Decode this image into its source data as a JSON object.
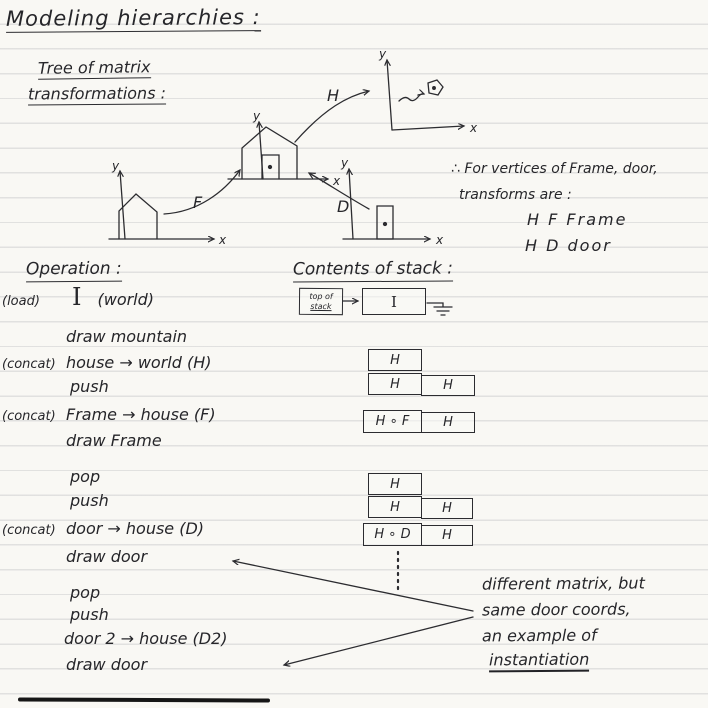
{
  "page": {
    "title": "Modeling hierarchies :",
    "subtitle1": "Tree of matrix",
    "subtitle2": "transformations :"
  },
  "diagram": {
    "labels": {
      "h": "H",
      "f": "F",
      "d": "D"
    },
    "axes": {
      "x": "x",
      "y": "y"
    },
    "note": {
      "line1": "∴ For vertices of Frame, door,",
      "line2": "transforms are :",
      "line3": "H F Frame",
      "line4": "H D door"
    }
  },
  "operations": {
    "header": "Operation :",
    "items": [
      {
        "prefix": "(load)",
        "text": "I",
        "suffix": "(world)"
      },
      {
        "text": "draw mountain"
      },
      {
        "prefix": "(concat)",
        "text": "house → world  (H)"
      },
      {
        "text": "push"
      },
      {
        "prefix": "(concat)",
        "text": "Frame → house  (F)"
      },
      {
        "text": "draw Frame"
      },
      {
        "text": "pop"
      },
      {
        "text": "push"
      },
      {
        "prefix": "(concat)",
        "text": "door → house  (D)"
      },
      {
        "text": "draw door"
      },
      {
        "text": "pop"
      },
      {
        "text": "push"
      },
      {
        "text": "door 2 → house  (D2)"
      },
      {
        "text": "draw door"
      }
    ]
  },
  "stack": {
    "header": "Contents of stack :",
    "pointer_line1": "top of",
    "pointer_line2": "stack",
    "states": [
      {
        "cells": [
          "I"
        ]
      },
      {
        "cells": [
          "H"
        ]
      },
      {
        "cells": [
          "H",
          "H"
        ]
      },
      {
        "cells": [
          "H ∘ F",
          "H"
        ]
      },
      {
        "cells": [
          "H"
        ]
      },
      {
        "cells": [
          "H",
          "H"
        ]
      },
      {
        "cells": [
          "H ∘ D",
          "H"
        ]
      }
    ]
  },
  "annotation": {
    "line1": "different matrix, but",
    "line2": "same door coords,",
    "line3": "an example of",
    "line4": "instantiation"
  }
}
